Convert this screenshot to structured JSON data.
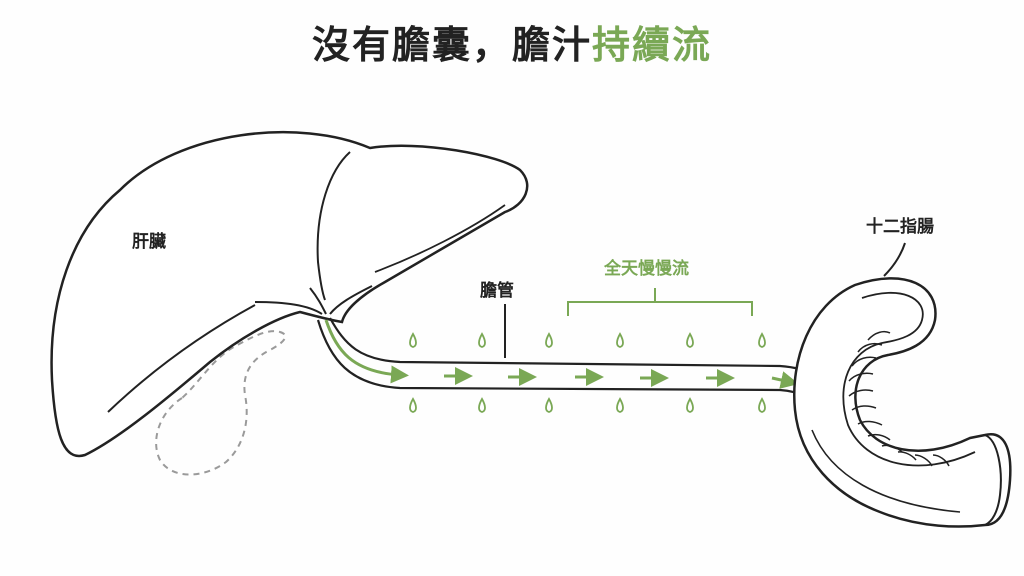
{
  "title": {
    "main": "沒有膽囊，膽汁",
    "highlight": "持續流"
  },
  "labels": {
    "liver": "肝臟",
    "bile_duct": "膽管",
    "flow_note": "全天慢慢流",
    "duodenum": "十二指腸"
  },
  "colors": {
    "ink": "#222222",
    "accent": "#7aa855",
    "dashed": "#9a9a9a"
  }
}
